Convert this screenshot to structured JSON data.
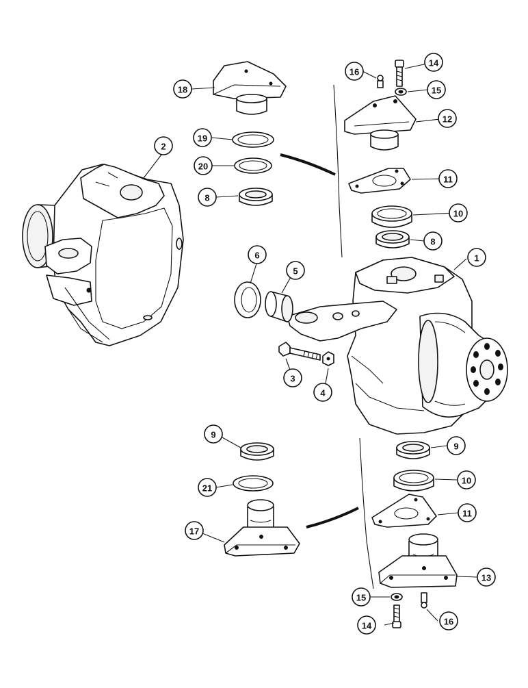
{
  "callouts": {
    "c1": "1",
    "c2": "2",
    "c3": "3",
    "c4": "4",
    "c5": "5",
    "c6": "6",
    "c8a": "8",
    "c8b": "8",
    "c9a": "9",
    "c9b": "9",
    "c10a": "10",
    "c10b": "10",
    "c11a": "11",
    "c11b": "11",
    "c12": "12",
    "c13": "13",
    "c14a": "14",
    "c14b": "14",
    "c15a": "15",
    "c15b": "15",
    "c16a": "16",
    "c16b": "16",
    "c17": "17",
    "c18": "18",
    "c19": "19",
    "c20": "20",
    "c21": "21"
  }
}
